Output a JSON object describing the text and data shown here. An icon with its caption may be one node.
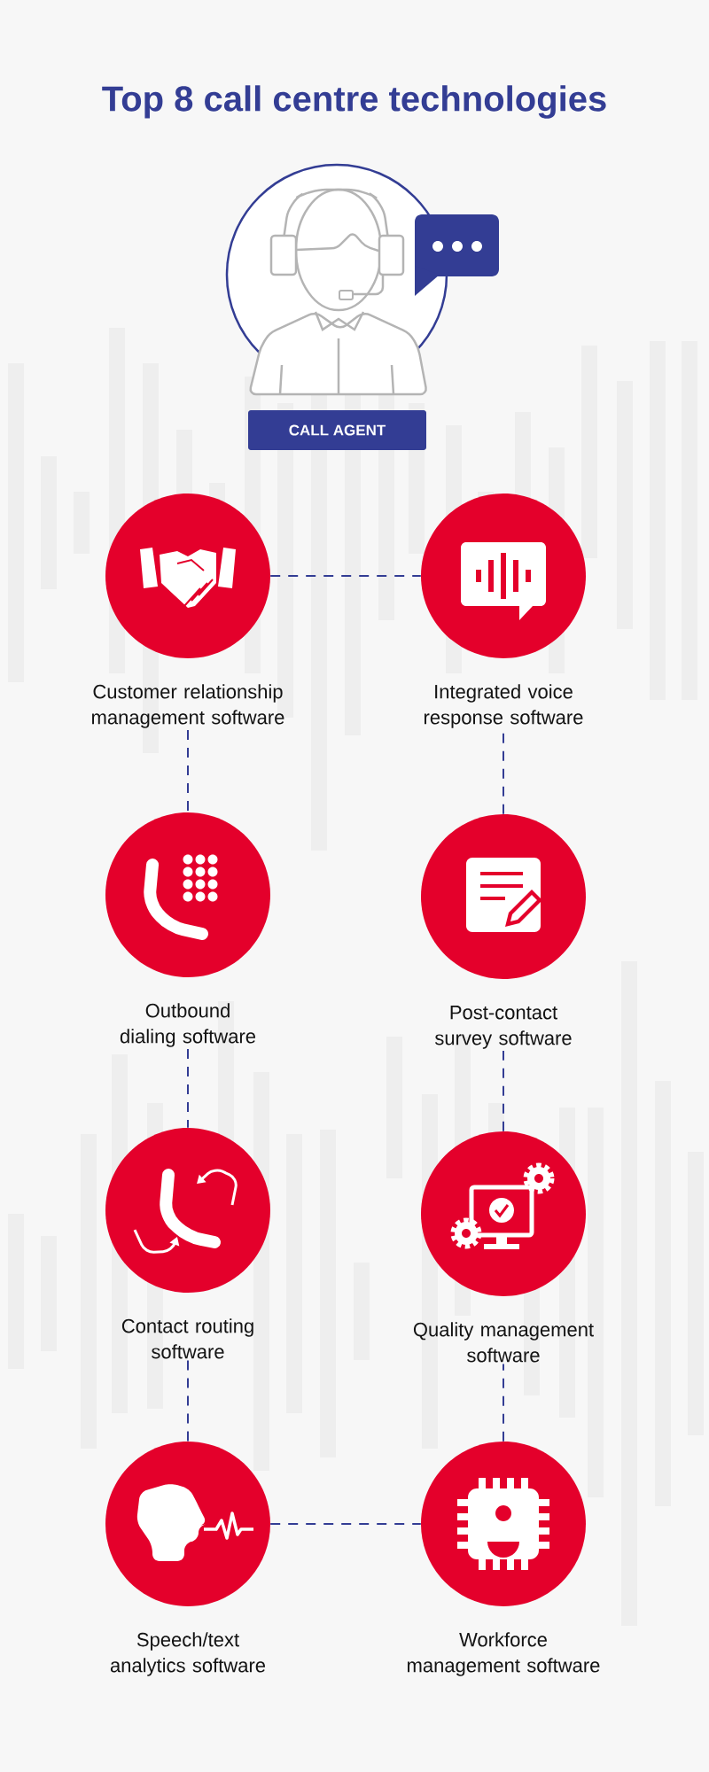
{
  "diagram": {
    "title": "Top 8 call centre technologies",
    "nodes": [
      {
        "text": [
          "CALL AGENT"
        ]
      },
      {
        "text": [
          "Customer relationship management software"
        ]
      },
      {
        "text": [
          "Integrated voice response software"
        ]
      },
      {
        "text": [
          "Outbound dialing software"
        ]
      },
      {
        "text": [
          "Post-contact survey software"
        ]
      },
      {
        "text": [
          "Contact routing software"
        ]
      },
      {
        "text": [
          "Quality management software"
        ]
      },
      {
        "text": [
          "Speech/text analytics software"
        ]
      },
      {
        "text": [
          "Workforce management software"
        ]
      }
    ],
    "edges": [
      {
        "from": 1,
        "to": 2,
        "arrow": "none",
        "style": "dashed"
      },
      {
        "from": 1,
        "to": 3,
        "arrow": "none",
        "style": "dashed"
      },
      {
        "from": 3,
        "to": 5,
        "arrow": "none",
        "style": "dashed"
      },
      {
        "from": 5,
        "to": 7,
        "arrow": "none",
        "style": "dashed"
      },
      {
        "from": 7,
        "to": 8,
        "arrow": "none",
        "style": "dashed"
      },
      {
        "from": 8,
        "to": 6,
        "arrow": "none",
        "style": "dashed"
      },
      {
        "from": 6,
        "to": 4,
        "arrow": "none",
        "style": "dashed"
      },
      {
        "from": 4,
        "to": 2,
        "arrow": "none",
        "style": "dashed"
      }
    ]
  }
}
